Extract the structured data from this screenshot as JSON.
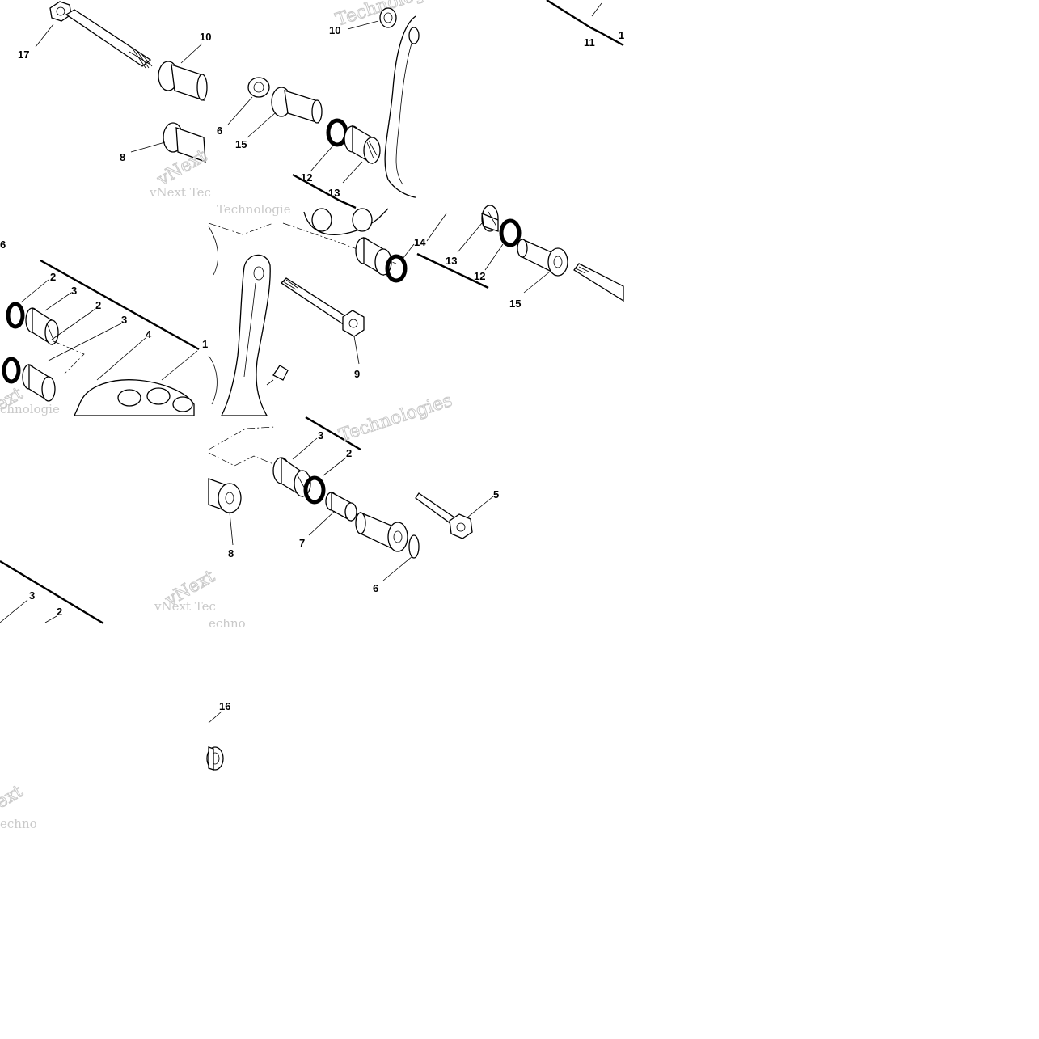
{
  "watermarks": {
    "technologies": "Technologies",
    "vnext_tec": "vNext Tec",
    "vnext": "vNext",
    "technologi": "Technologie",
    "chnologie": "chnologie",
    "echno": "echno",
    "ext": "ext"
  },
  "callouts": {
    "t1_17": "17",
    "t1_10": "10",
    "t1_8": "8",
    "t2_10": "10",
    "t2_6": "6",
    "t2_15": "15",
    "t2_12": "12",
    "t2_13": "13",
    "t3_11": "11",
    "t3_1": "1",
    "t4_6": "6",
    "t4_2a": "2",
    "t4_3a": "3",
    "t4_2b": "2",
    "t4_3b": "3",
    "t4_4": "4",
    "t4_1": "1",
    "t5_9": "9",
    "t5_14": "14",
    "t6_13": "13",
    "t6_12": "12",
    "t6_15": "15",
    "t8_3": "3",
    "t8_2": "2",
    "t8_8": "8",
    "t8_7": "7",
    "t9_5": "5",
    "t9_6": "6",
    "t7_3": "3",
    "t7_2": "2",
    "t11_16": "16"
  }
}
